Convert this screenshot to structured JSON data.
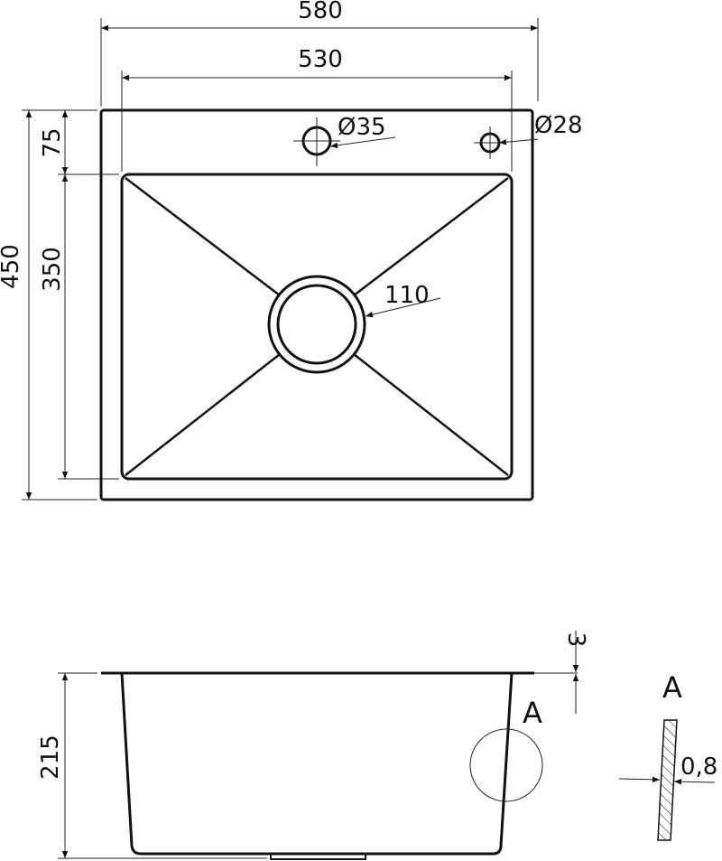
{
  "top_view": {
    "overall_width": "580",
    "bowl_width": "530",
    "overall_depth": "450",
    "deck_depth": "75",
    "bowl_depth": "350",
    "tap_hole_label": "Ø35",
    "second_hole_label": "Ø28",
    "drain_label": "110"
  },
  "side_view": {
    "bowl_height": "215",
    "rim_thickness": "3",
    "detail_marker": "A"
  },
  "detail_view": {
    "title": "A",
    "wall_thickness": "0,8"
  },
  "colors": {
    "line": "#111111",
    "background": "#ffffff"
  }
}
